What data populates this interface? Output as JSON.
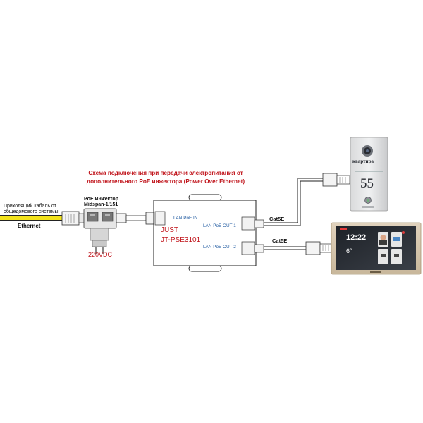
{
  "title": {
    "line1": "Схема подключения при передачи электропитания от",
    "line2": "дополнительного  PoE инжектора  (Power Over Ethernet)"
  },
  "incoming": {
    "line1": "Приходящий кабаль от",
    "line2": "общедомового системы",
    "label": "Ethernet"
  },
  "injector": {
    "line1": "PoE Инжектор",
    "line2": "Midspan-1/151",
    "power": "220VDC"
  },
  "switch": {
    "brand": "JUST",
    "model": "JT-PSE3101",
    "port_in": "LAN PoE IN",
    "port_out1": "LAN PoE OUT 1",
    "port_out2": "LAN PoE OUT 2"
  },
  "cables": {
    "cable1": "Cat5E",
    "cable2": "Cat5E"
  },
  "door_panel": {
    "sign": "квартира",
    "number": "55"
  },
  "monitor": {
    "time": "12:22",
    "temp": "6°"
  },
  "colors": {
    "accent_red": "#c0141b",
    "label_blue": "#1f5aa0",
    "ethernet_yellow": "#f2e21b"
  }
}
